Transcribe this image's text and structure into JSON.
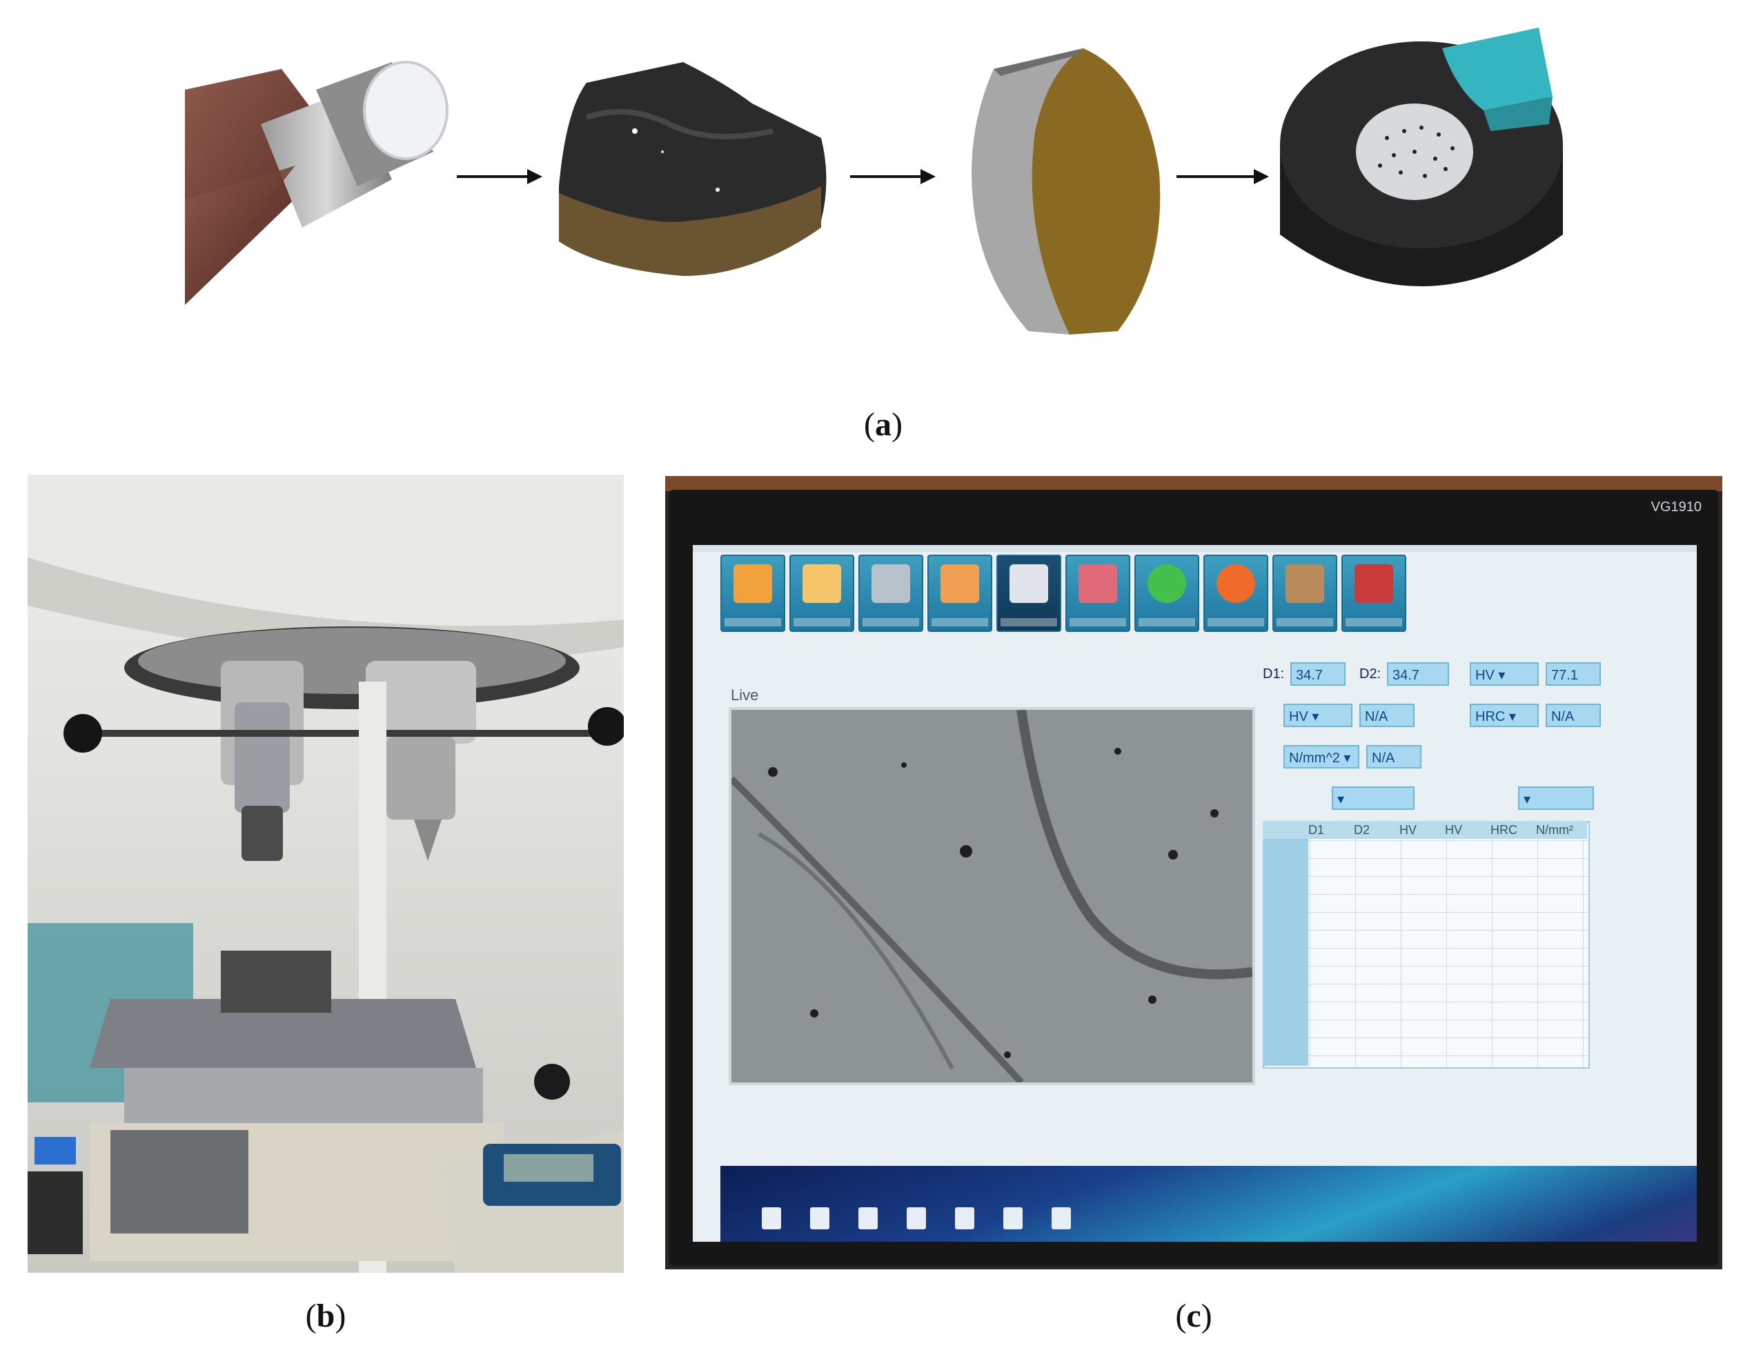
{
  "captions": {
    "a": "a",
    "b": "b",
    "c": "c"
  },
  "screen": {
    "live_title": "Live",
    "d1_label": "D1:",
    "d1_value": "34.7",
    "d2_label": "D2:",
    "d2_value": "34.7",
    "hv_value": "77.1",
    "scale1": "HV",
    "scale1_value": "N/A",
    "scale2": "HRC",
    "scale2_value": "N/A",
    "scale3": "N/mm^2",
    "scale3_value": "N/A",
    "grid_headers": [
      "D1",
      "D2",
      "HV",
      "HV",
      "HRC",
      "N/mm²"
    ],
    "monitor_brand": "VG1910"
  },
  "colors": {
    "toolbar_blue": "#2386b0",
    "field_blue": "#a8d8f0",
    "screen_bg": "#e9f0f3"
  }
}
